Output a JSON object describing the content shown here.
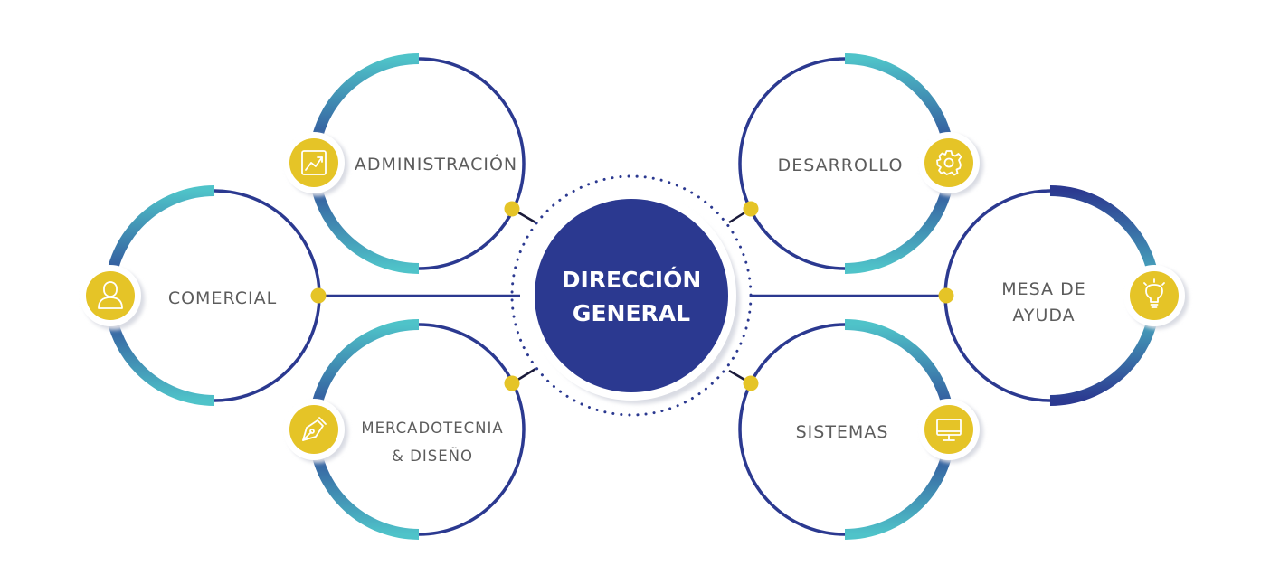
{
  "center": {
    "line1": "DIRECCIÓN",
    "line2": "GENERAL"
  },
  "nodes": [
    {
      "id": "administracion",
      "lines": [
        "ADMINISTRACIÓN"
      ],
      "icon": "chart-line-icon"
    },
    {
      "id": "comercial",
      "lines": [
        "COMERCIAL"
      ],
      "icon": "user-icon"
    },
    {
      "id": "mercadotecnia",
      "lines": [
        "MERCADOTECNIA",
        "& DISEÑO"
      ],
      "icon": "pen-nib-icon"
    },
    {
      "id": "desarrollo",
      "lines": [
        "DESARROLLO"
      ],
      "icon": "gear-icon"
    },
    {
      "id": "mesa-de-ayuda",
      "lines": [
        "MESA DE",
        "AYUDA"
      ],
      "icon": "lightbulb-icon"
    },
    {
      "id": "sistemas",
      "lines": [
        "SISTEMAS"
      ],
      "icon": "monitor-icon"
    }
  ],
  "colors": {
    "navy": "#2b3990",
    "teal": "#4fc3c9",
    "yellow": "#e5c427",
    "label": "#5c5c5c",
    "shadow": "#d9dbe3"
  }
}
